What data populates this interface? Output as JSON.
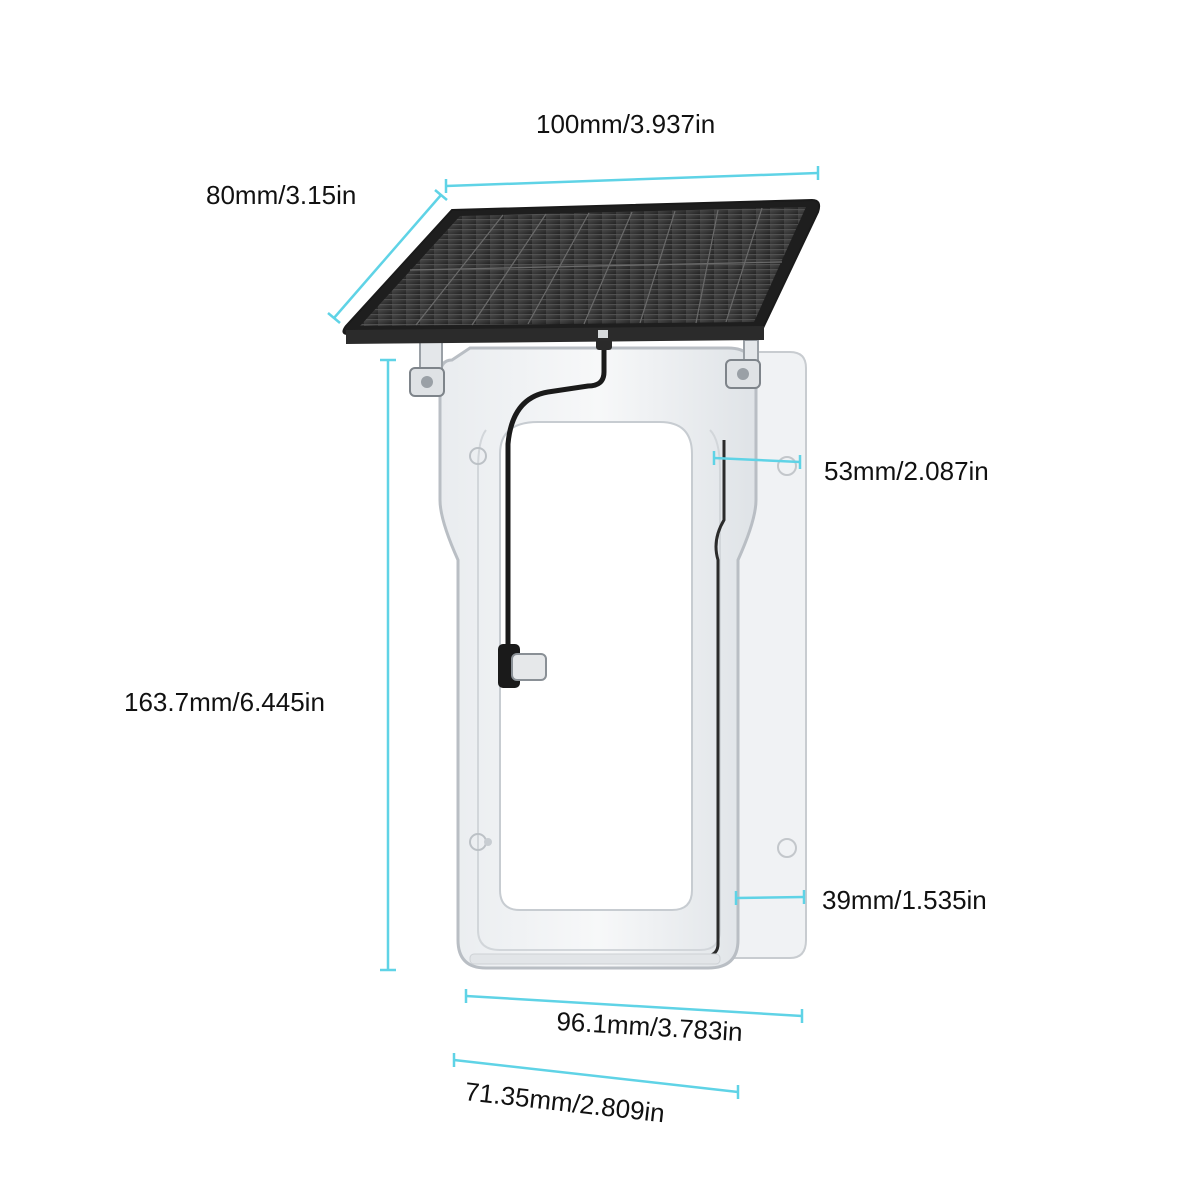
{
  "dimensions": {
    "panel_width": "100mm/3.937in",
    "panel_depth": "80mm/3.15in",
    "top_depth": "53mm/2.087in",
    "height": "163.7mm/6.445in",
    "bottom_depth": "39mm/1.535in",
    "outer_width": "96.1mm/3.783in",
    "inner_width": "71.35mm/2.809in"
  },
  "colors": {
    "dimension_line": "#5fd3e6",
    "panel_frame": "#2a2a2a",
    "panel_cells": "#3a3a3a",
    "housing_outline": "#b9bec4",
    "cable": "#1a1a1a"
  }
}
